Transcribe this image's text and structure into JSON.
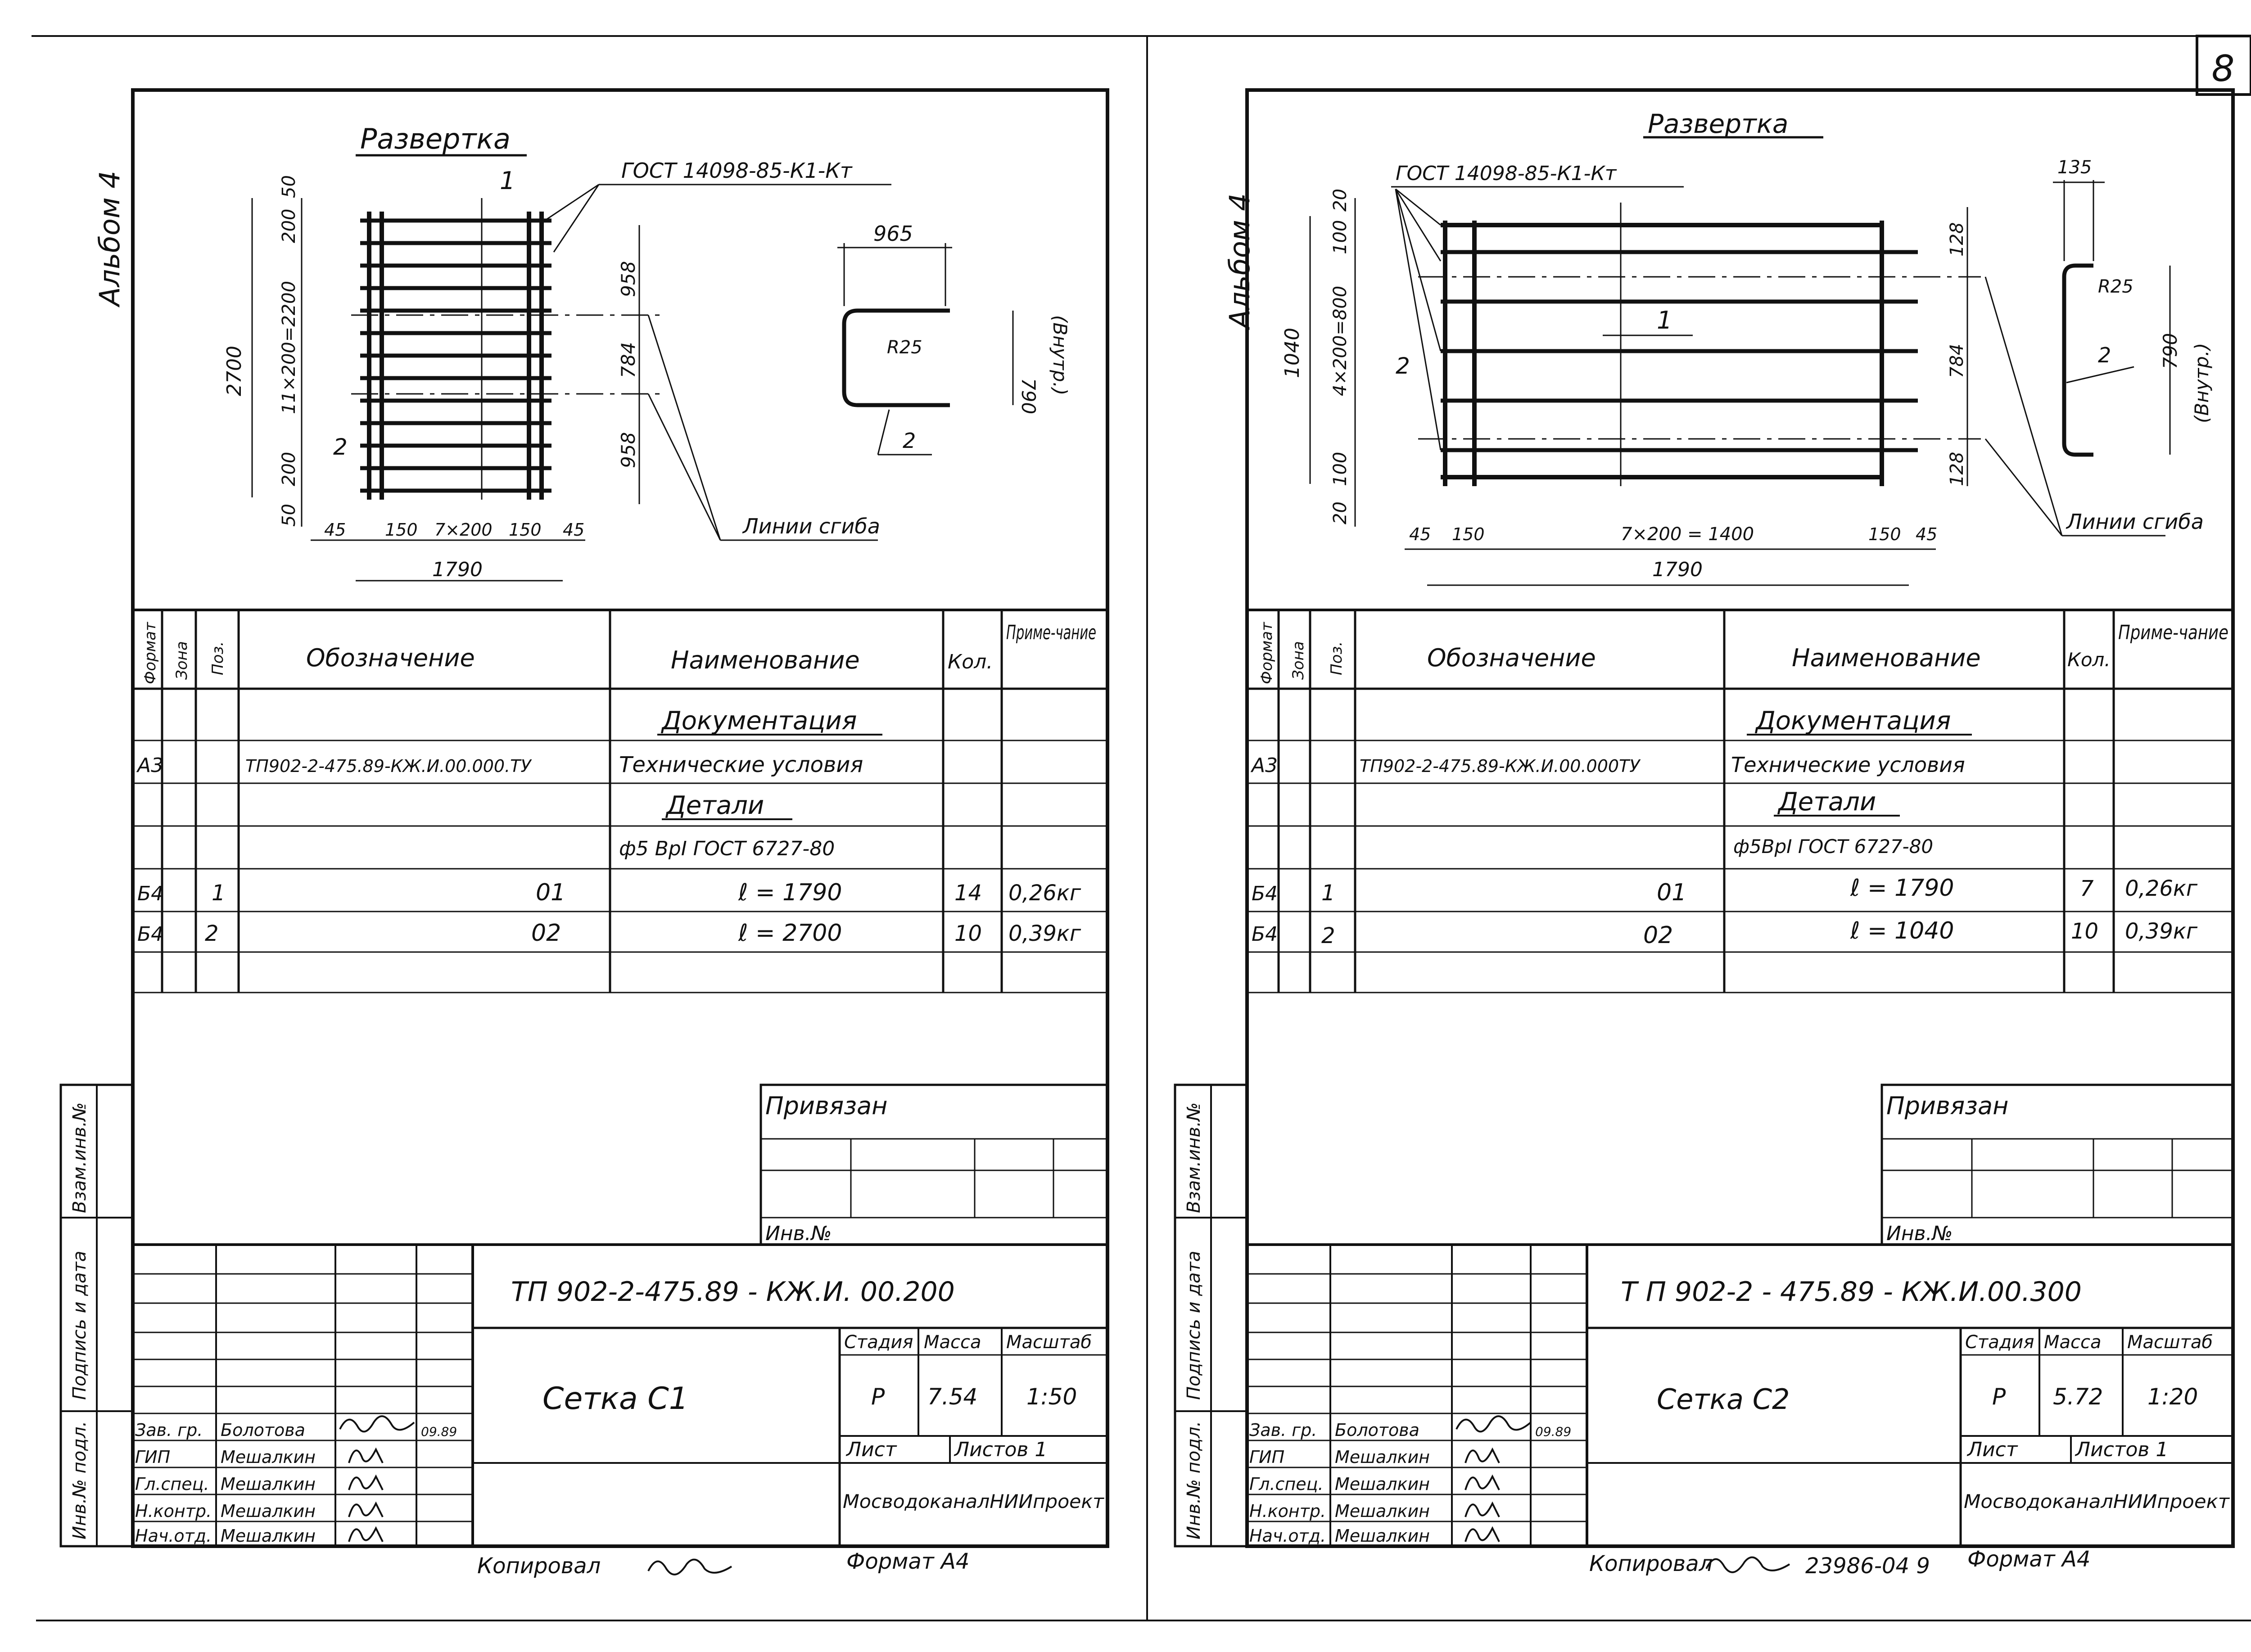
{
  "page_number": "8",
  "sheets": [
    {
      "album": "Альбом 4",
      "development": {
        "title": "Развертка",
        "gost": "ГОСТ 14098-85-К1-Кт",
        "bend_lines": "Линии сгиба",
        "pos1": "1",
        "pos2": "2",
        "dims_vertical": [
          "50",
          "200",
          "11×200=2200",
          "200",
          "50"
        ],
        "overall_height": "2700",
        "dims_right": [
          "958",
          "784",
          "958"
        ],
        "dims_bottom": [
          "45",
          "150",
          "7×200",
          "150",
          "45"
        ],
        "overall_width": "1790",
        "section_width": "965",
        "section_radius": "R25",
        "section_inner": "790",
        "section_inner_note": "(Внутр.)",
        "section_pos": "2"
      },
      "table": {
        "headers": {
          "format": "Формат",
          "zone": "Зона",
          "pos": "Поз.",
          "designation": "Обозначение",
          "name": "Наименование",
          "qty": "Кол.",
          "note": "Приме-чание"
        },
        "rows": [
          {
            "format": "",
            "pos": "",
            "designation": "",
            "name": "Документация",
            "qty": "",
            "note": ""
          },
          {
            "format": "А3",
            "pos": "",
            "designation": "ТП902-2-475.89-КЖ.И.00.000.ТУ",
            "name": "Технические условия",
            "qty": "",
            "note": ""
          },
          {
            "format": "",
            "pos": "",
            "designation": "",
            "name": "Детали",
            "qty": "",
            "note": ""
          },
          {
            "format": "",
            "pos": "",
            "designation": "",
            "name": "ф5 ВрI ГОСТ 6727-80",
            "qty": "",
            "note": ""
          },
          {
            "format": "Б4",
            "pos": "1",
            "designation": "01",
            "name": "ℓ = 1790",
            "qty": "14",
            "note": "0,26кг"
          },
          {
            "format": "Б4",
            "pos": "2",
            "designation": "02",
            "name": "ℓ = 2700",
            "qty": "10",
            "note": "0,39кг"
          }
        ]
      },
      "side_labels": {
        "inv_orig": "Инв.№ подл.",
        "sign_date": "Подпись и дата",
        "inv_repl": "Взам.инв.№"
      },
      "attached": "Привязан",
      "inv_no": "Инв.№",
      "doc_code": "ТП 902-2-475.89   -   КЖ.И. 00.200",
      "title": "Сетка  С1",
      "stage_label": "Стадия",
      "mass_label": "Масса",
      "scale_label": "Масштаб",
      "stage": "Р",
      "mass": "7.54",
      "scale": "1:50",
      "sheet_label": "Лист",
      "sheets_label": "Листов 1",
      "org": "МосводоканалНИИпроект",
      "people": [
        {
          "role": "Зав. гр.",
          "name": "Болотова",
          "date": "09.89"
        },
        {
          "role": "ГИП",
          "name": "Мешалкин",
          "date": ""
        },
        {
          "role": "Гл.спец.",
          "name": "Мешалкин",
          "date": ""
        },
        {
          "role": "Н.контр.",
          "name": "Мешалкин",
          "date": ""
        },
        {
          "role": "Нач.отд.",
          "name": "Мешалкин",
          "date": ""
        }
      ],
      "copied": "Копировал",
      "format": "Формат А4",
      "footer_extra": ""
    },
    {
      "album": "Альбом 4",
      "development": {
        "title": "Развертка",
        "gost": "ГОСТ 14098-85-К1-Кт",
        "bend_lines": "Линии сгиба",
        "pos1": "1",
        "pos2": "2",
        "dims_vertical": [
          "20",
          "100",
          "4×200=800",
          "100",
          "20"
        ],
        "overall_height": "1040",
        "dims_right": [
          "128",
          "784",
          "128"
        ],
        "dims_bottom": [
          "45",
          "150",
          "7×200 = 1400",
          "150",
          "45"
        ],
        "overall_width": "1790",
        "section_width": "135",
        "section_radius": "R25",
        "section_inner": "790",
        "section_inner_note": "(Внутр.)",
        "section_pos": "2"
      },
      "table": {
        "headers": {
          "format": "Формат",
          "zone": "Зона",
          "pos": "Поз.",
          "designation": "Обозначение",
          "name": "Наименование",
          "qty": "Кол.",
          "note": "Приме-чание"
        },
        "rows": [
          {
            "format": "",
            "pos": "",
            "designation": "",
            "name": "Документация",
            "qty": "",
            "note": ""
          },
          {
            "format": "А3",
            "pos": "",
            "designation": "ТП902-2-475.89-КЖ.И.00.000ТУ",
            "name": "Технические условия",
            "qty": "",
            "note": ""
          },
          {
            "format": "",
            "pos": "",
            "designation": "",
            "name": "Детали",
            "qty": "",
            "note": ""
          },
          {
            "format": "",
            "pos": "",
            "designation": "",
            "name": "ф5ВрI ГОСТ 6727-80",
            "qty": "",
            "note": ""
          },
          {
            "format": "Б4",
            "pos": "1",
            "designation": "01",
            "name": "ℓ = 1790",
            "qty": "7",
            "note": "0,26кг"
          },
          {
            "format": "Б4",
            "pos": "2",
            "designation": "02",
            "name": "ℓ = 1040",
            "qty": "10",
            "note": "0,39кг"
          }
        ]
      },
      "side_labels": {
        "inv_orig": "Инв.№ подл.",
        "sign_date": "Подпись и дата",
        "inv_repl": "Взам.инв.№"
      },
      "attached": "Привязан",
      "inv_no": "Инв.№",
      "doc_code": "Т П  902-2 - 475.89    - КЖ.И.00.300",
      "title": "Сетка  С2",
      "stage_label": "Стадия",
      "mass_label": "Масса",
      "scale_label": "Масштаб",
      "stage": "Р",
      "mass": "5.72",
      "scale": "1:20",
      "sheet_label": "Лист",
      "sheets_label": "Листов 1",
      "org": "МосводоканалНИИпроект",
      "people": [
        {
          "role": "Зав. гр.",
          "name": "Болотова",
          "date": "09.89"
        },
        {
          "role": "ГИП",
          "name": "Мешалкин",
          "date": ""
        },
        {
          "role": "Гл.спец.",
          "name": "Мешалкин",
          "date": ""
        },
        {
          "role": "Н.контр.",
          "name": "Мешалкин",
          "date": ""
        },
        {
          "role": "Нач.отд.",
          "name": "Мешалкин",
          "date": ""
        }
      ],
      "copied": "Копировал",
      "format": "Формат А4",
      "footer_extra": "23986-04  9"
    }
  ]
}
